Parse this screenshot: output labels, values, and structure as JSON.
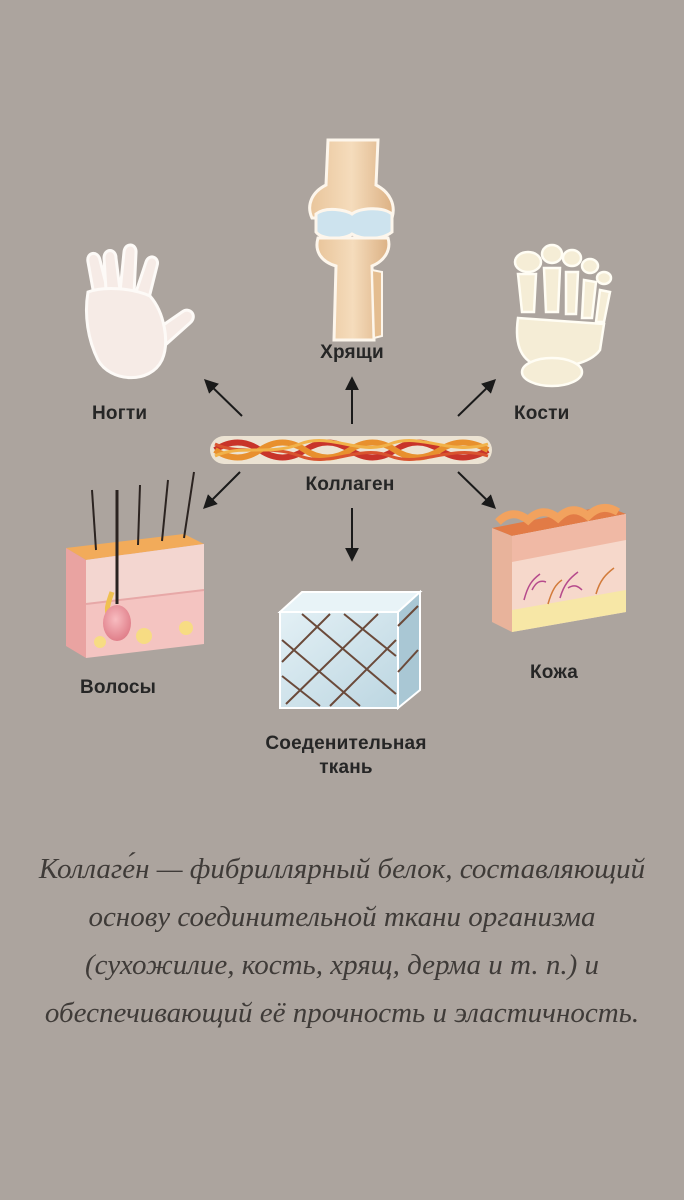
{
  "diagram": {
    "center_label": "Коллаген",
    "nodes": [
      {
        "id": "cartilage",
        "label": "Хрящи",
        "icon": "knee-joint-icon"
      },
      {
        "id": "nails",
        "label": "Ногти",
        "icon": "hand-icon"
      },
      {
        "id": "bones",
        "label": "Кости",
        "icon": "foot-bones-icon"
      },
      {
        "id": "hair",
        "label": "Волосы",
        "icon": "skin-hair-follicle-icon"
      },
      {
        "id": "connective",
        "label_line1": "Соеденительная",
        "label_line2": "ткань",
        "icon": "connective-tissue-cube-icon"
      },
      {
        "id": "skin",
        "label": "Кожа",
        "icon": "skin-layers-icon"
      }
    ],
    "arrows": [
      {
        "from": "collagen",
        "to": "nails"
      },
      {
        "from": "collagen",
        "to": "cartilage"
      },
      {
        "from": "collagen",
        "to": "bones"
      },
      {
        "from": "collagen",
        "to": "hair"
      },
      {
        "from": "collagen",
        "to": "connective"
      },
      {
        "from": "collagen",
        "to": "skin"
      }
    ]
  },
  "caption": {
    "text": "Коллаге́н — фибриллярный белок, составляющий основу соединительной ткани организма (сухожилие, кость, хрящ, дерма и т. п.) и обеспечивающий её прочность и эластичность."
  },
  "colors": {
    "background": "#aca49e",
    "arrow": "#1a1a1a",
    "collagen_red": "#c8342a",
    "collagen_orange": "#e8902e",
    "skin_pink": "#f2c3b1",
    "tissue_blue": "#cfe2ea"
  }
}
